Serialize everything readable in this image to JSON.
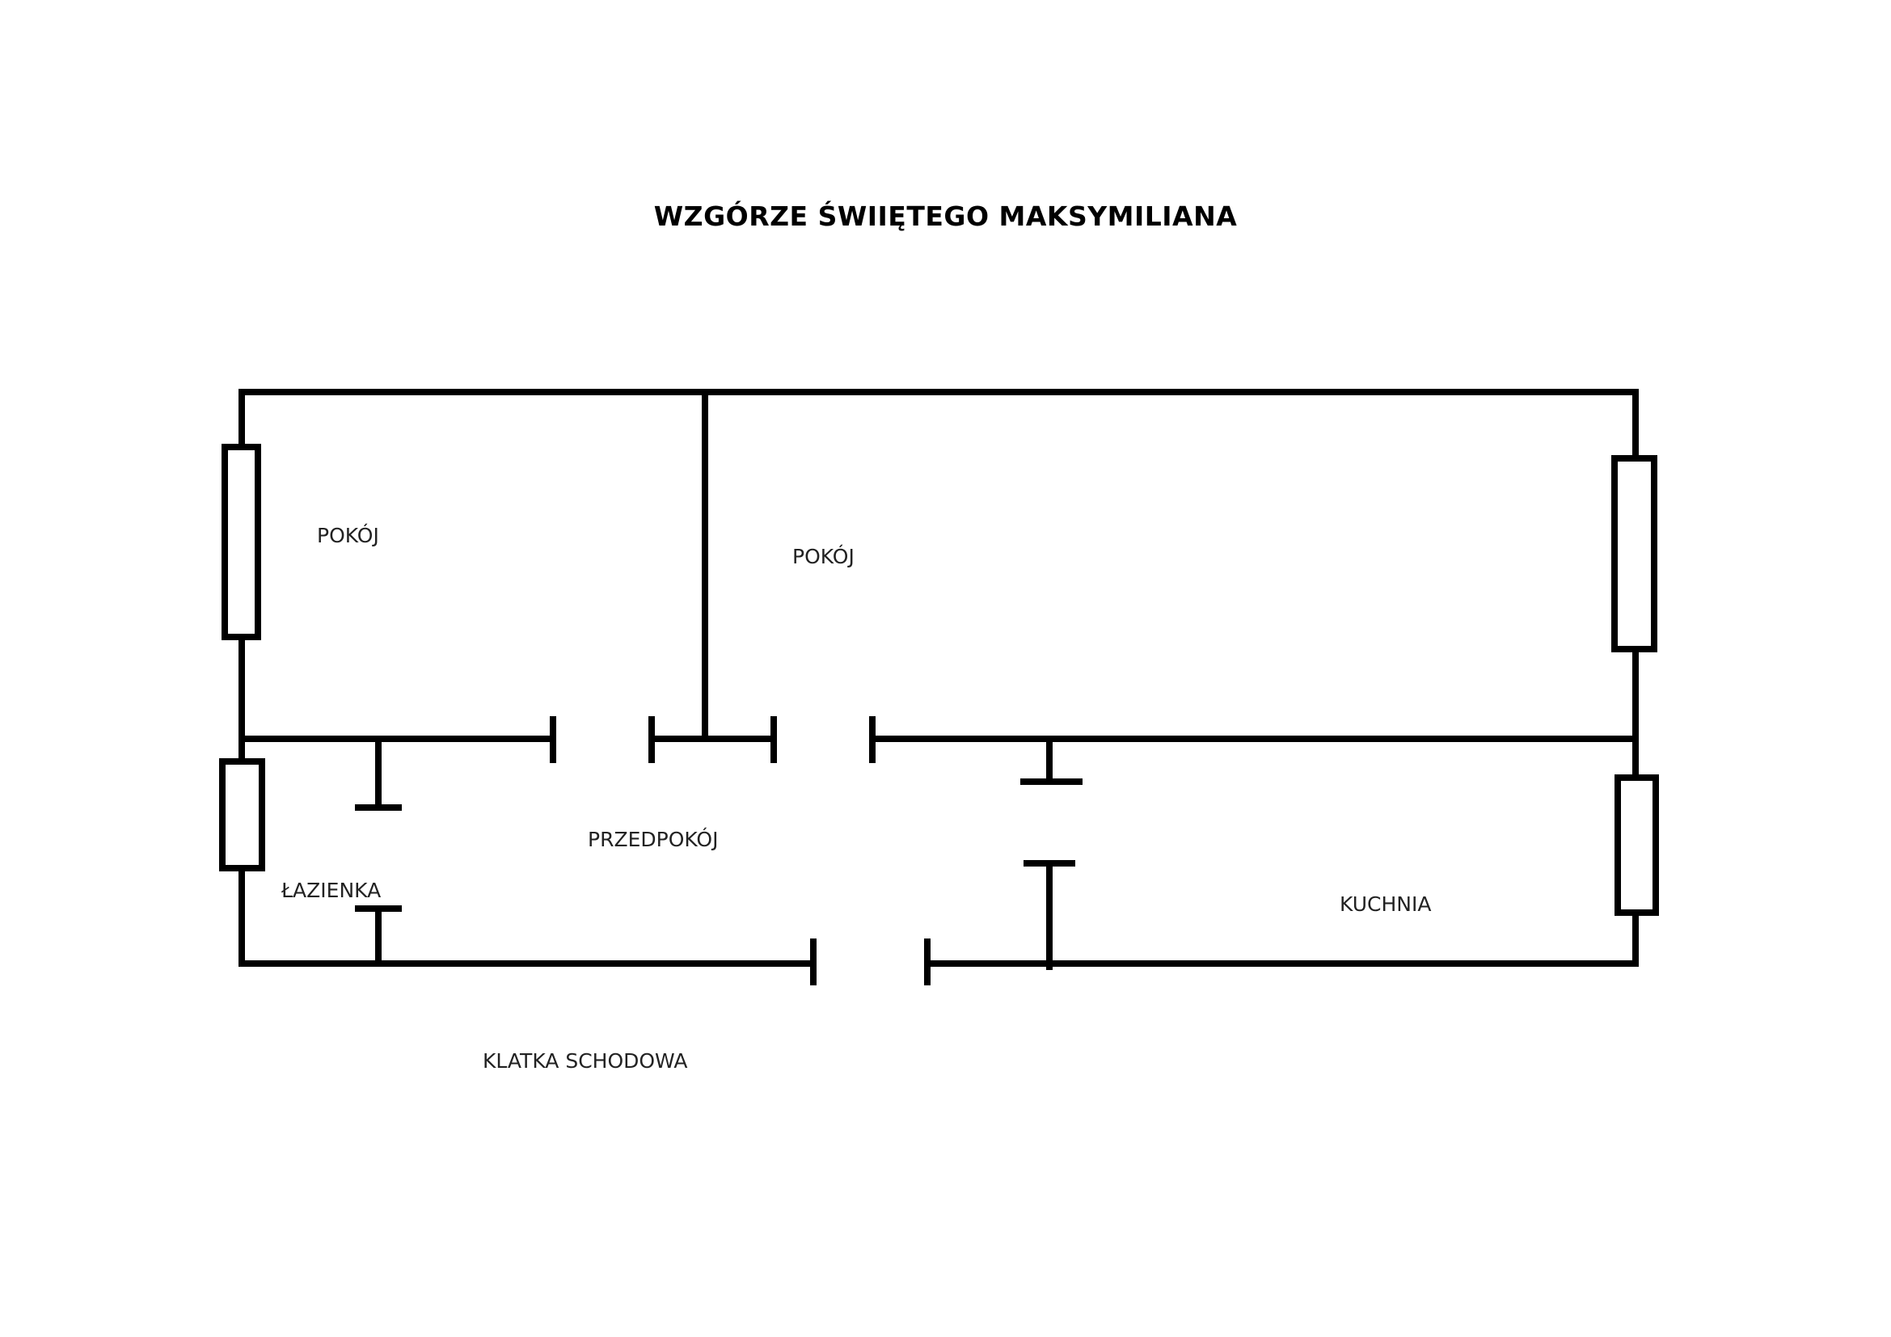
{
  "title": "WZGÓRZE ŚWIIĘTEGO MAKSYMILIANA",
  "rooms": {
    "pokoj_1": "POKÓJ",
    "pokoj_2": "POKÓJ",
    "przedpokoj": "PRZEDPOKÓJ",
    "lazienka": "ŁAZIENKA",
    "kuchnia": "KUCHNIA",
    "klatka_schodowa": "KLATKA SCHODOWA"
  },
  "colors": {
    "wall": "#000000",
    "background": "#ffffff",
    "text": "#222222"
  }
}
